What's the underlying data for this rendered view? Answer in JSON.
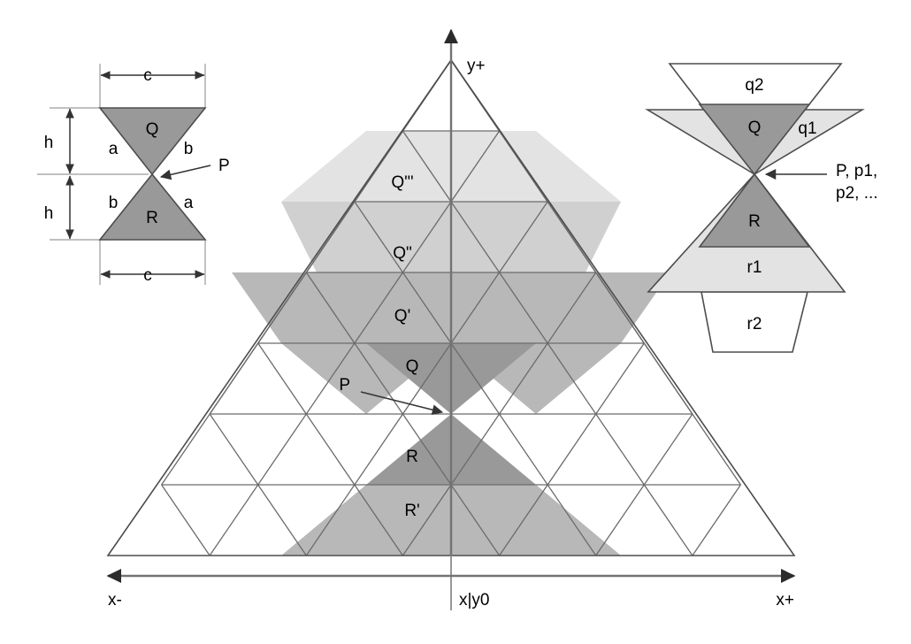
{
  "figure": {
    "title": "Triangular lattice cone diagram",
    "background_color": "#ffffff"
  },
  "colors": {
    "shade_darkest": "#999999",
    "shade_dark": "#b8b8b8",
    "shade_mid": "#d0d0d0",
    "shade_light": "#e3e3e3",
    "white": "#ffffff",
    "line": "#595959",
    "outline": "#4d4d4d",
    "axis": "#737373",
    "text": "#000000"
  },
  "left_panel": {
    "name": "bowtie-dimension-figure",
    "labels": {
      "width_top": "c",
      "width_bottom": "c",
      "height_top": "h",
      "height_bottom": "h",
      "upper_left_side": "a",
      "upper_right_side": "b",
      "lower_left_side": "b",
      "lower_right_side": "a",
      "upper_triangle": "Q",
      "lower_triangle": "R",
      "point": "P"
    }
  },
  "center_panel": {
    "name": "triangular-lattice-grid",
    "axis_labels": {
      "y_positive": "y+",
      "x_negative": "x-",
      "x_origin": "x|y0",
      "x_positive": "x+"
    },
    "region_labels": [
      {
        "id": "Q",
        "text": "Q",
        "shade": "#999999"
      },
      {
        "id": "Qp",
        "text": "Q'",
        "shade": "#b8b8b8"
      },
      {
        "id": "Qpp",
        "text": "Q\"",
        "shade": "#d0d0d0"
      },
      {
        "id": "Qppp",
        "text": "Q\"'",
        "shade": "#e3e3e3"
      },
      {
        "id": "R",
        "text": "R",
        "shade": "#999999"
      },
      {
        "id": "Rp",
        "text": "R'",
        "shade": "#b8b8b8"
      }
    ],
    "point_label": "P",
    "grid_rows": 7
  },
  "right_panel": {
    "name": "nested-cone-figure",
    "labels": {
      "upper_inner": "Q",
      "upper_mid": "q1",
      "upper_outer": "q2",
      "lower_inner": "R",
      "lower_mid": "r1",
      "lower_outer": "r2",
      "point_line1": "P, p1,",
      "point_line2": "p2, ..."
    }
  }
}
